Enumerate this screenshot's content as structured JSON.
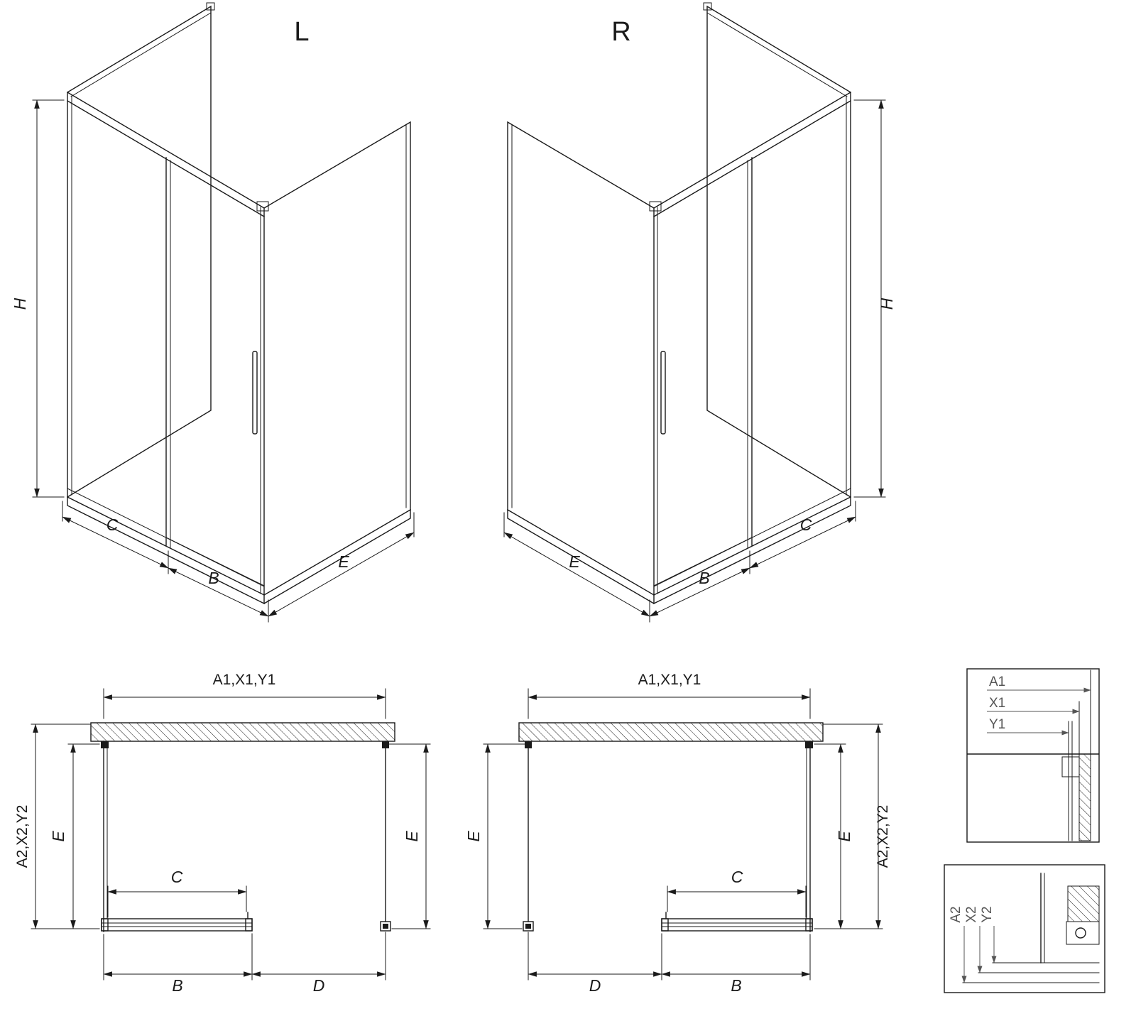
{
  "colors": {
    "line": "#1a1a1a",
    "leader": "#555555",
    "background": "#ffffff"
  },
  "iso_left": {
    "title": "L",
    "dim_h": "H",
    "dim_c": "C",
    "dim_b": "B",
    "dim_e": "E"
  },
  "iso_right": {
    "title": "R",
    "dim_h": "H",
    "dim_c": "C",
    "dim_b": "B",
    "dim_e": "E"
  },
  "plan_left": {
    "dim_top": "A1,X1,Y1",
    "dim_left_outer": "A2,X2,Y2",
    "dim_left_inner": "E",
    "dim_right": "E",
    "dim_c": "C",
    "dim_b": "B",
    "dim_d": "D"
  },
  "plan_right": {
    "dim_top": "A1,X1,Y1",
    "dim_left": "E",
    "dim_right_inner": "E",
    "dim_right_outer": "A2,X2,Y2",
    "dim_c": "C",
    "dim_d": "D",
    "dim_b": "B"
  },
  "detail_top": {
    "label_a1": "A1",
    "label_x1": "X1",
    "label_y1": "Y1"
  },
  "detail_bottom": {
    "label_a2": "A2",
    "label_x2": "X2",
    "label_y2": "Y2"
  }
}
